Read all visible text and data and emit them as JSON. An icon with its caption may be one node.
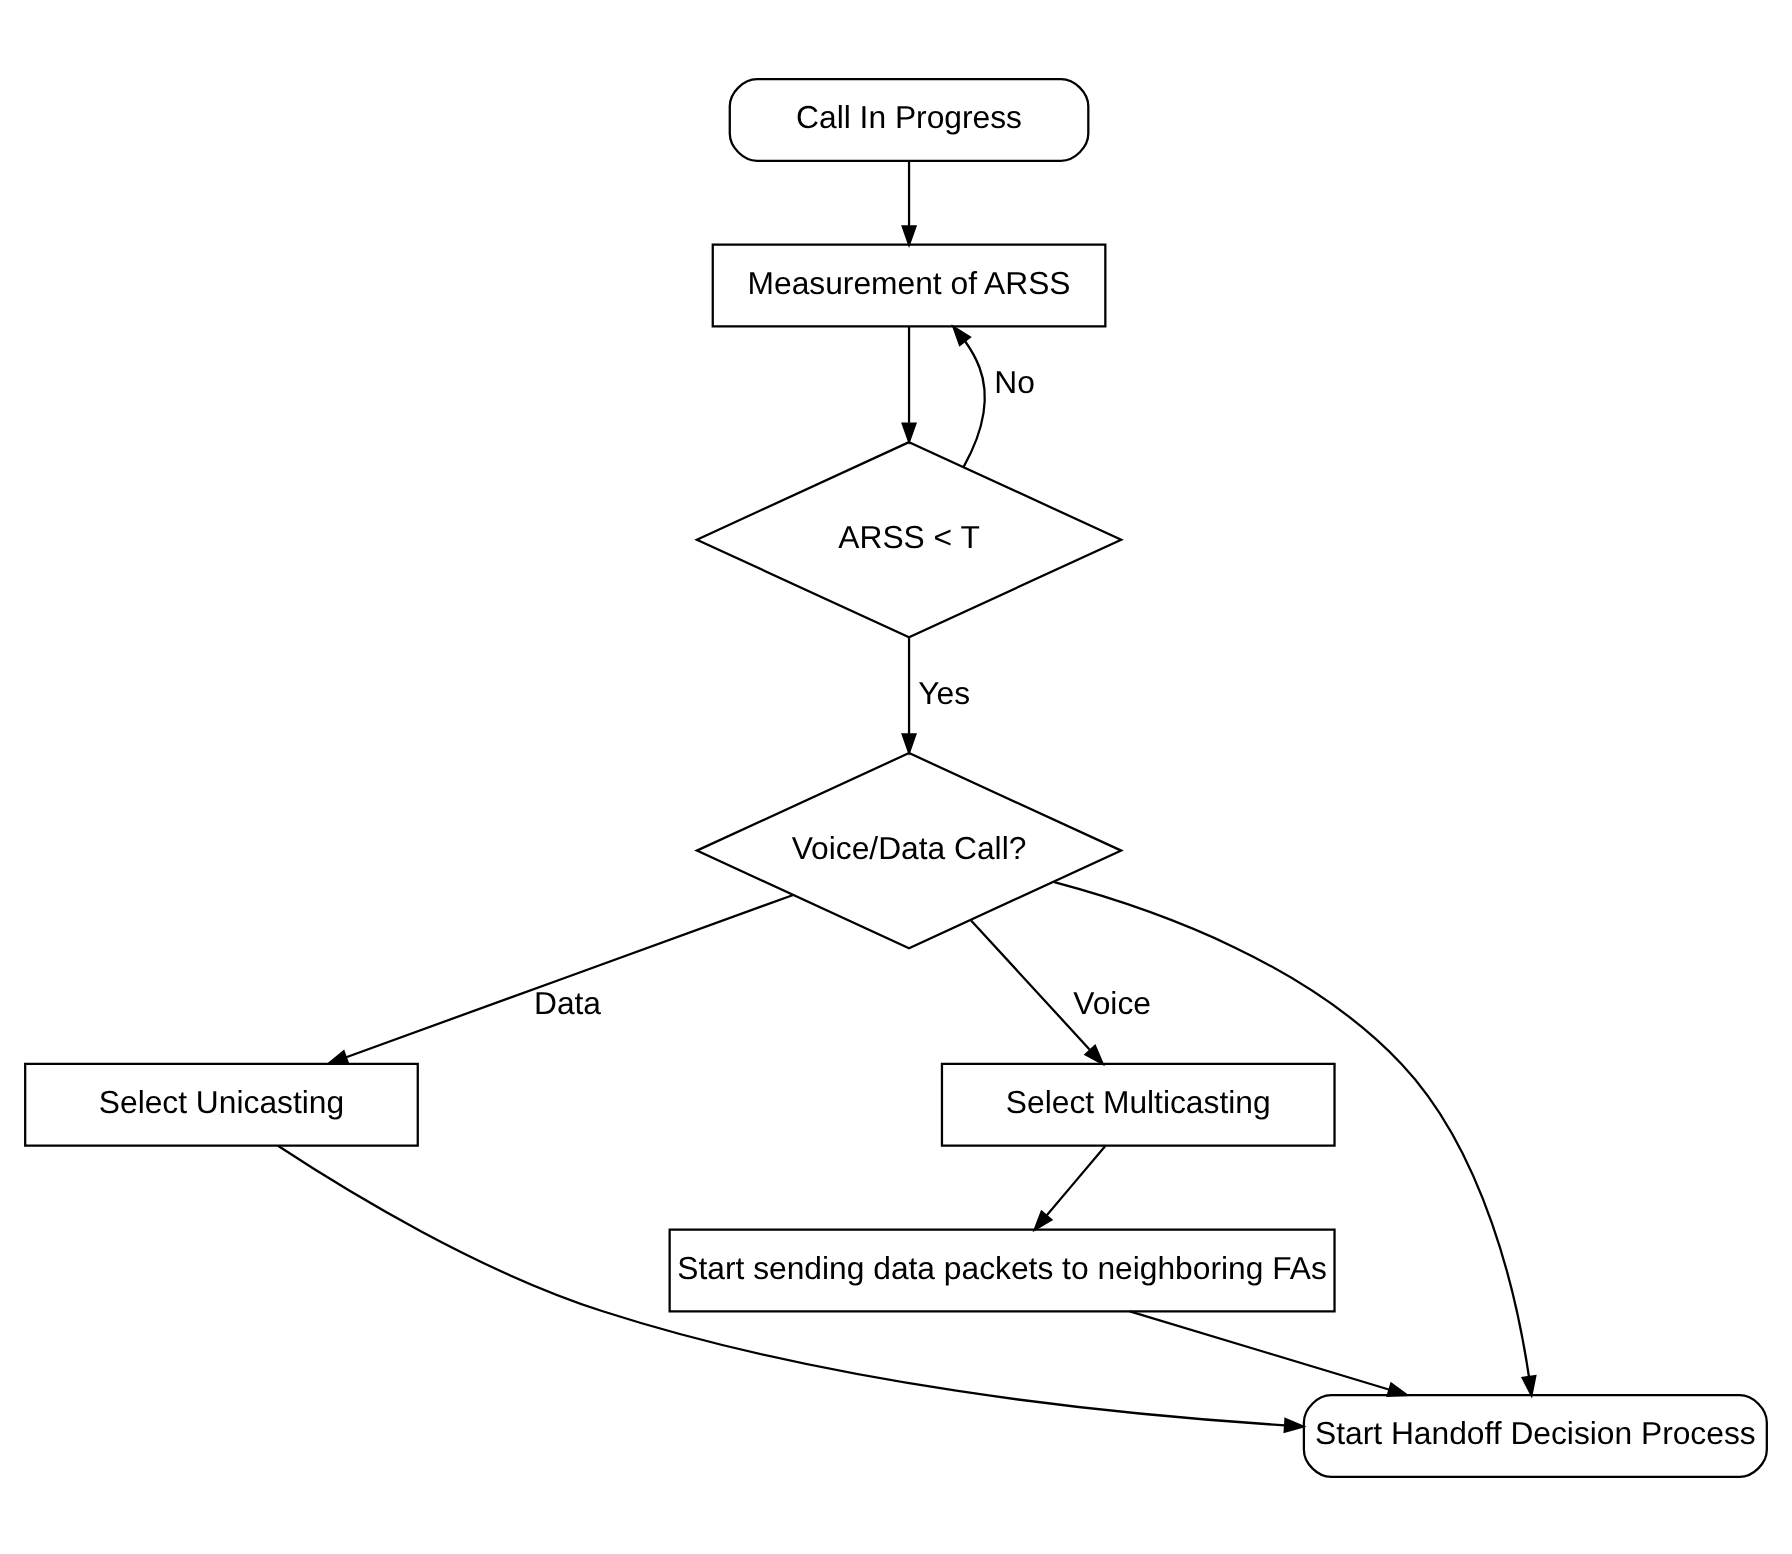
{
  "diagram": {
    "nodes": [
      {
        "text": [
          "Call In Progress"
        ]
      },
      {
        "text": [
          "Measurement of ARSS"
        ]
      },
      {
        "text": [
          "ARSS < T"
        ]
      },
      {
        "text": [
          "Voice/Data Call?"
        ]
      },
      {
        "text": [
          "Select Unicasting"
        ]
      },
      {
        "text": [
          "Select Multicasting"
        ]
      },
      {
        "text": [
          "Start sending data packets to neighboring FAs"
        ]
      },
      {
        "text": [
          "Start Handoff Decision Process"
        ]
      }
    ],
    "edges": [
      {
        "from": 0,
        "to": 1,
        "arrow": "to"
      },
      {
        "from": 1,
        "to": 2,
        "arrow": "to"
      },
      {
        "from": 2,
        "to": 1,
        "arrow": "to",
        "label": "No"
      },
      {
        "from": 2,
        "to": 3,
        "arrow": "to",
        "label": "Yes"
      },
      {
        "from": 3,
        "to": 4,
        "arrow": "to",
        "label": "Data"
      },
      {
        "from": 3,
        "to": 5,
        "arrow": "to",
        "label": "Voice"
      },
      {
        "from": 5,
        "to": 6,
        "arrow": "to"
      },
      {
        "from": 4,
        "to": 7,
        "arrow": "to"
      },
      {
        "from": 3,
        "to": 7,
        "arrow": "to"
      },
      {
        "from": 6,
        "to": 7,
        "arrow": "to"
      }
    ]
  }
}
